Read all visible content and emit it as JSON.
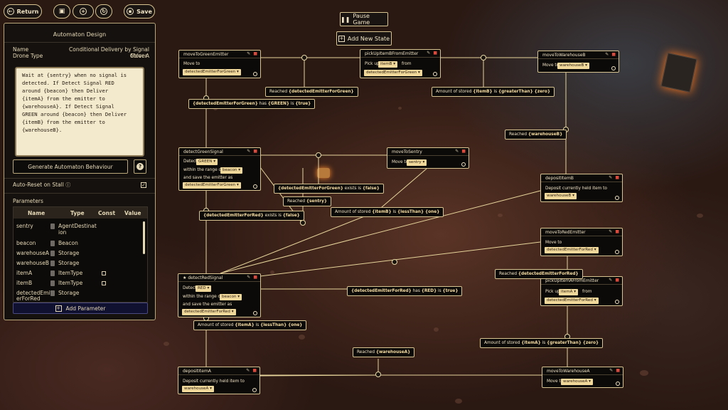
{
  "toolbar": {
    "return_label": "Return",
    "save_label": "Save",
    "pause_label": "Pause Game",
    "add_state_label": "Add New State"
  },
  "panel": {
    "title": "Automaton Design",
    "name_label": "Name",
    "name_value": "Conditional Delivery by Signal Color A",
    "drone_label": "Drone Type",
    "drone_value": "Mover",
    "description": "Wait at {sentry} when no signal is\ndetected. If Detect Signal RED\naround {beacon} then Deliver\n{itemA} from the emitter to\n{warehouseA}. If Detect Signal\nGREEN around {beacon} then Deliver\n{itemB} from the emitter to\n{warehouseB}.",
    "generate_label": "Generate Automaton Behaviour",
    "help_label": "?",
    "autoreset_label": "Auto-Reset on Stall",
    "params_label": "Parameters",
    "columns": [
      "Name",
      "Type",
      "Const",
      "Value"
    ],
    "rows": [
      {
        "name": "sentry",
        "type": "AgentDestinat",
        "type2": "ion"
      },
      {
        "name": "beacon",
        "type": "Beacon"
      },
      {
        "name": "warehouseA",
        "type": "Storage"
      },
      {
        "name": "warehouseB",
        "type": "Storage"
      },
      {
        "name": "itemA",
        "type": "ItemType"
      },
      {
        "name": "itemB",
        "type": "ItemType"
      },
      {
        "name": "detectedEmitt",
        "type": "Storage",
        "name2": "erForRed"
      }
    ],
    "add_param_label": "Add Parameter"
  },
  "nodes": {
    "moveToGreenEmitter": {
      "title": "moveToGreenEmitter",
      "l1": "Move to",
      "chip": "detectedEmitterForGreen"
    },
    "pickUpItemBFromEmitter": {
      "title": "pickUpItemBFromEmitter",
      "l1": "Pick up",
      "chip1": "itemB",
      "l1b": "from",
      "chip2": "detectedEmitterForGreen"
    },
    "moveToWarehouseB": {
      "title": "moveToWarehouseB",
      "l1": "Move to",
      "chip": "warehouseB"
    },
    "detectGreenSignal": {
      "title": "detectGreenSignal",
      "l1": "Detect",
      "chip1": "GREEN",
      "l2": "within the range of",
      "chip2": "beacon",
      "l3": "and save the emitter as",
      "chip3": "detectedEmitterForGreen"
    },
    "moveToSentry": {
      "title": "moveToSentry",
      "l1": "Move to",
      "chip": "sentry"
    },
    "depositItemB": {
      "title": "depositItemB",
      "l1": "Deposit currently held item to",
      "chip": "warehouseB"
    },
    "moveToRedEmitter": {
      "title": "moveToRedEmitter",
      "l1": "Move to",
      "chip": "detectedEmitterForRed"
    },
    "detectRedSignal": {
      "title": "detectRedSignal",
      "l1": "Detect",
      "chip1": "RED",
      "l2": "within the range of",
      "chip2": "beacon",
      "l3": "and save the emitter as",
      "chip3": "detectedEmitterForRed"
    },
    "pickUpItemAFromEmitter": {
      "title": "pickUpItemAFromEmitter",
      "l1": "Pick up",
      "chip1": "itemA",
      "l1b": "from",
      "chip2": "detectedEmitterForRed"
    },
    "depositItemA": {
      "title": "depositItemA",
      "l1": "Deposit currently held item to",
      "chip": "warehouseA"
    },
    "moveToWarehouseA": {
      "title": "moveToWarehouseA",
      "l1": "Move to",
      "chip": "warehouseA"
    }
  },
  "conditions": {
    "c1": [
      "Reached ",
      "{detectedEmitterForGreen}"
    ],
    "c2": [
      "Amount of stored ",
      "{itemB}",
      " is ",
      "{greaterThan}",
      " ",
      "{zero}"
    ],
    "c3": [
      "{detectedEmitterForGreen}",
      " has ",
      "{GREEN}",
      " is ",
      "{true}"
    ],
    "c4": [
      "Reached ",
      "{warehouseB}"
    ],
    "c5": [
      "{detectedEmitterForGreen}",
      " exists is ",
      "{false}"
    ],
    "c6": [
      "Reached ",
      "{sentry}"
    ],
    "c7": [
      "Amount of stored ",
      "{itemB}",
      " is ",
      "{lessThan}",
      " ",
      "{one}"
    ],
    "c8": [
      "{detectedEmitterForRed}",
      " exists is ",
      "{false}"
    ],
    "c9": [
      "Reached ",
      "{detectedEmitterForRed}"
    ],
    "c10": [
      "{detectedEmitterForRed}",
      " has ",
      "{RED}",
      " is ",
      "{true}"
    ],
    "c11": [
      "Amount of stored ",
      "{itemA}",
      " is ",
      "{lessThan}",
      " ",
      "{one}"
    ],
    "c12": [
      "Amount of stored ",
      "{itemA}",
      " is ",
      "{greaterThan}",
      " ",
      "{zero}"
    ],
    "c13": [
      "Reached ",
      "{warehouseA}"
    ]
  }
}
